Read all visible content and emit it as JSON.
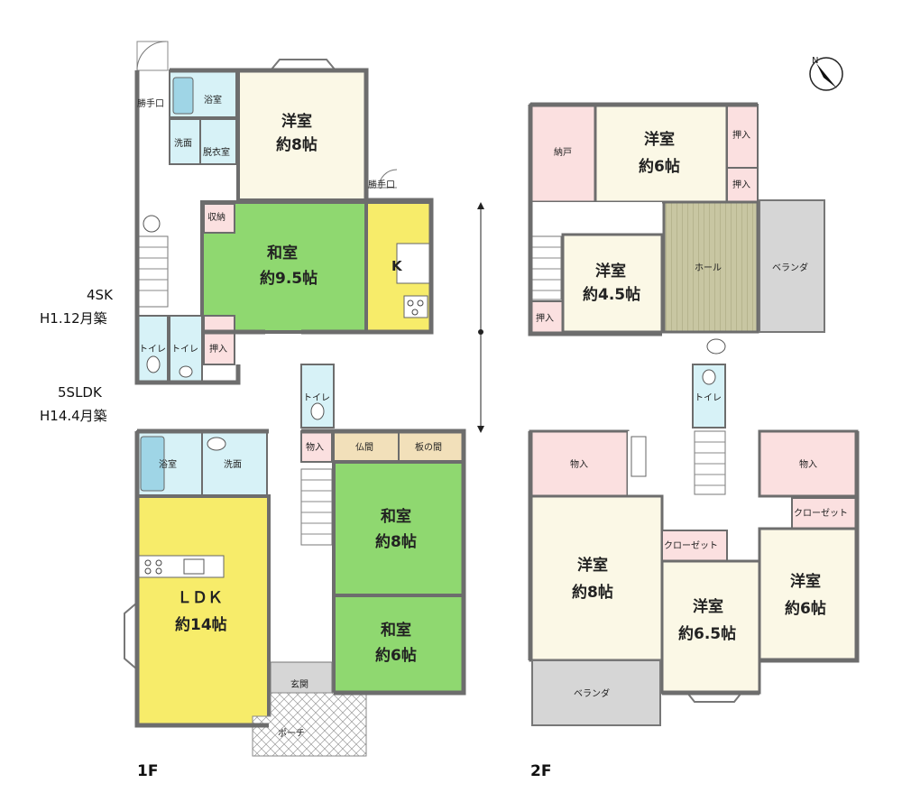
{
  "info": {
    "old": {
      "layout": "4SK",
      "built": "H1.12月築"
    },
    "new": {
      "layout": "5SLDK",
      "built": "H14.4月築"
    }
  },
  "floors": {
    "first": "1F",
    "second": "2F"
  },
  "rooms_1f": {
    "katteguchi_top": "勝手口",
    "bath_top": "浴室",
    "wash_top": "洗面",
    "dressing": "脱衣室",
    "western": {
      "name": "洋室",
      "size": "約8帖"
    },
    "katteguchi_k": "勝手口",
    "storage": "収納",
    "japanese_main": {
      "name": "和室",
      "size": "約9.5帖"
    },
    "kitchen": "K",
    "toilet_a": "トイレ",
    "toilet_b": "トイレ",
    "closet_a": "押入",
    "toilet_c": "トイレ",
    "storage_b": "物入",
    "butsuma": "仏間",
    "itanoma": "板の間",
    "bath_b": "浴室",
    "wash_b": "洗面",
    "ldk": {
      "name": "ＬＤＫ",
      "size": "約14帖"
    },
    "japanese_8": {
      "name": "和室",
      "size": "約8帖"
    },
    "japanese_6": {
      "name": "和室",
      "size": "約6帖"
    },
    "entrance": "玄関",
    "porch": "ポーチ"
  },
  "rooms_2f": {
    "nando": "納戸",
    "western_6a": {
      "name": "洋室",
      "size": "約6帖"
    },
    "closet_1": "押入",
    "closet_2": "押入",
    "western_45": {
      "name": "洋室",
      "size": "約4.5帖"
    },
    "hall": "ホール",
    "veranda_1": "ベランダ",
    "closet_3": "押入",
    "toilet": "トイレ",
    "storage_1": "物入",
    "storage_2": "物入",
    "closet_w1": "クローゼット",
    "closet_w2": "クローゼット",
    "western_8": {
      "name": "洋室",
      "size": "約8帖"
    },
    "western_65": {
      "name": "洋室",
      "size": "約6.5帖"
    },
    "western_6b": {
      "name": "洋室",
      "size": "約6帖"
    },
    "veranda_2": "ベランダ"
  },
  "compass": {
    "north": "N"
  },
  "colors": {
    "western": "#fbf8e6",
    "japanese": "#8fd870",
    "kitchen": "#f7ec6a",
    "water": "#d7f2f7",
    "closet": "#fbe0e0",
    "butsuma": "#f2e0ba",
    "hall": "#c9c7a5",
    "veranda": "#d6d6d6",
    "corridor": "#ffffff",
    "wall": "#6d6d6d"
  }
}
